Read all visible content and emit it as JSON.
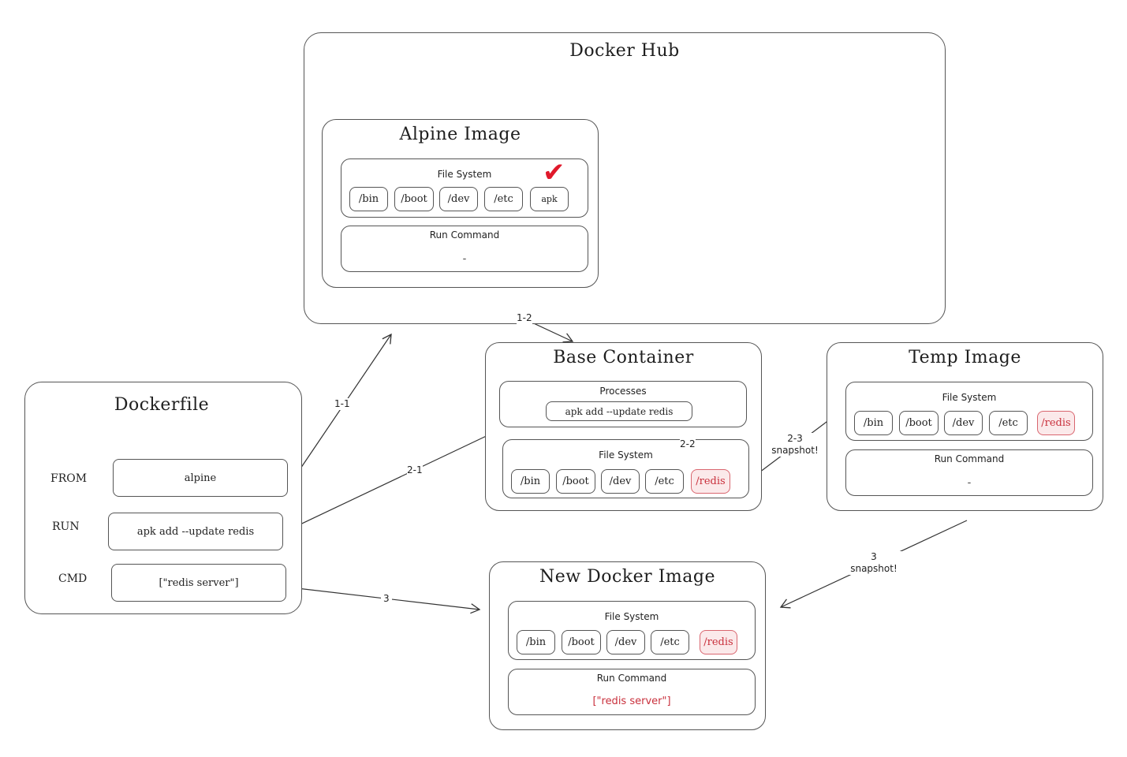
{
  "docker_hub": {
    "title": "Docker Hub"
  },
  "alpine_image": {
    "title": "Alpine Image",
    "fs_label": "File System",
    "fs_items": [
      "/bin",
      "/boot",
      "/dev",
      "/etc",
      "apk"
    ],
    "run_label": "Run Command",
    "run_value": "-"
  },
  "dockerfile": {
    "title": "Dockerfile",
    "rows": [
      {
        "keyword": "FROM",
        "value": "alpine"
      },
      {
        "keyword": "RUN",
        "value": "apk add --update redis"
      },
      {
        "keyword": "CMD",
        "value": "[\"redis server\"]"
      }
    ]
  },
  "base_container": {
    "title": "Base Container",
    "proc_label": "Processes",
    "proc_value": "apk add --update redis",
    "fs_label": "File System",
    "fs_items": [
      "/bin",
      "/boot",
      "/dev",
      "/etc",
      "/redis"
    ]
  },
  "temp_image": {
    "title": "Temp Image",
    "fs_label": "File System",
    "fs_items": [
      "/bin",
      "/boot",
      "/dev",
      "/etc",
      "/redis"
    ],
    "run_label": "Run Command",
    "run_value": "-"
  },
  "new_image": {
    "title": "New Docker Image",
    "fs_label": "File System",
    "fs_items": [
      "/bin",
      "/boot",
      "/dev",
      "/etc",
      "/redis"
    ],
    "run_label": "Run Command",
    "run_value": "[\"redis server\"]"
  },
  "arrows": {
    "a11": "1-1",
    "a12": "1-2",
    "a21": "2-1",
    "a22": "2-2",
    "a23_num": "2-3",
    "a23_text": "snapshot!",
    "a3": "3",
    "a3s_num": "3",
    "a3s_text": "snapshot!"
  },
  "colors": {
    "highlight": "#c9303c",
    "check": "#e0192b"
  },
  "icons": {
    "checkmark": "check-icon"
  }
}
